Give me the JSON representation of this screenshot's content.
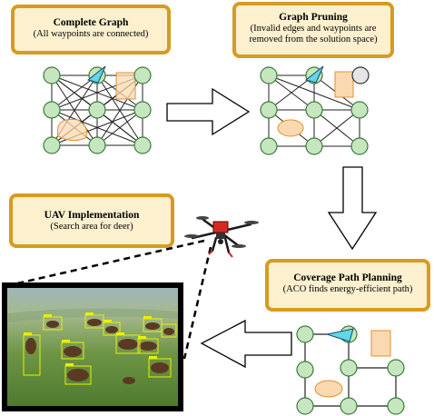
{
  "steps": {
    "complete_graph": {
      "title": "Complete Graph",
      "subtitle": "(All waypoints are connected)"
    },
    "graph_pruning": {
      "title": "Graph Pruning",
      "subtitle_line1": "(Invalid edges and waypoints are",
      "subtitle_line2": "removed from the solution space)"
    },
    "uav_implementation": {
      "title": "UAV Implementation",
      "subtitle": "(Search area for deer)"
    },
    "coverage_path_planning": {
      "title": "Coverage Path Planning",
      "subtitle": "(ACO finds energy-efficient path)"
    }
  },
  "colors": {
    "box_fill": "#fdf0cf",
    "box_border": "#d89a20",
    "node_fill": "#c6e6bf",
    "node_stroke": "#3c7a3c",
    "uav_marker": "#5fd8e8",
    "obstacle_fill": "#fbd9b0",
    "obstacle_stroke": "#e0922d",
    "pruned_node": "#e6e6e6",
    "detection_box": "#e8f000"
  },
  "icons": [
    "uav-triangle-icon",
    "obstacle-rect-icon",
    "obstacle-ellipse-icon",
    "arrow-right-icon",
    "arrow-down-icon",
    "arrow-left-icon",
    "drone-icon"
  ]
}
